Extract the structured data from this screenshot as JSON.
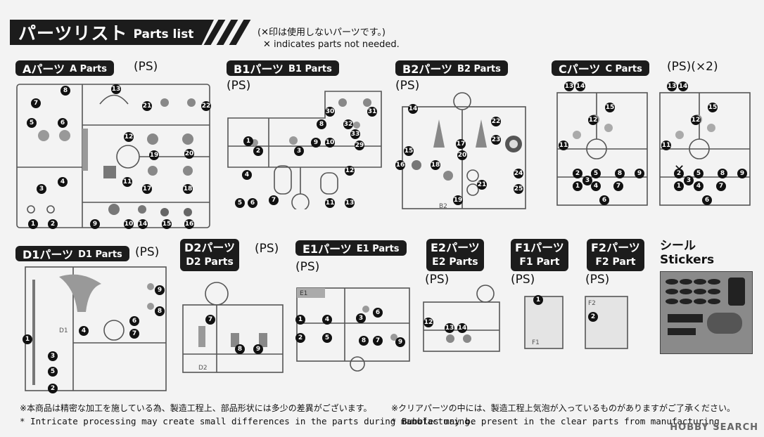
{
  "header": {
    "title_jp": "パーツリスト",
    "title_en": "Parts list",
    "note_jp": "(✕印は使用しないパーツです。)",
    "note_en": "✕ indicates parts not needed."
  },
  "sections": {
    "A": {
      "jp": "Aパーツ",
      "en": "A Parts",
      "ps": "(PS)",
      "numbers": [
        "1",
        "2",
        "3",
        "4",
        "5",
        "6",
        "7",
        "8",
        "9",
        "10",
        "11",
        "12",
        "13",
        "14",
        "15",
        "16",
        "17",
        "18",
        "19",
        "20",
        "21",
        "22"
      ]
    },
    "B1": {
      "jp": "B1パーツ",
      "en": "B1 Parts",
      "ps": "(PS)",
      "numbers": [
        "1",
        "2",
        "3",
        "4",
        "5",
        "6",
        "7",
        "8",
        "9",
        "10",
        "11",
        "12",
        "13",
        "29",
        "30",
        "31",
        "32",
        "33"
      ]
    },
    "B2": {
      "jp": "B2パーツ",
      "en": "B2 Parts",
      "ps": "(PS)",
      "numbers": [
        "14",
        "15",
        "16",
        "17",
        "18",
        "19",
        "20",
        "21",
        "22",
        "23",
        "24",
        "25"
      ]
    },
    "C": {
      "jp": "Cパーツ",
      "en": "C Parts",
      "ps": "(PS)(×2)",
      "numbers": [
        "1",
        "2",
        "3",
        "4",
        "5",
        "6",
        "7",
        "8",
        "9",
        "11",
        "12",
        "13",
        "14",
        "15"
      ]
    },
    "D1": {
      "jp": "D1パーツ",
      "en": "D1 Parts",
      "ps": "(PS)",
      "numbers": [
        "1",
        "2",
        "3",
        "4",
        "5",
        "6",
        "7",
        "8",
        "9"
      ]
    },
    "D2": {
      "jp": "D2パーツ",
      "en": "D2 Parts",
      "ps": "(PS)",
      "numbers": [
        "7",
        "8",
        "9"
      ]
    },
    "E1": {
      "jp": "E1パーツ",
      "en": "E1 Parts",
      "ps": "(PS)",
      "numbers": [
        "1",
        "2",
        "3",
        "4",
        "5",
        "6",
        "7",
        "8",
        "9"
      ]
    },
    "E2": {
      "jp": "E2パーツ",
      "en": "E2 Parts",
      "ps": "(PS)",
      "numbers": [
        "12",
        "13",
        "14"
      ]
    },
    "F1": {
      "jp": "F1パーツ",
      "en": "F1 Part",
      "ps": "(PS)",
      "numbers": [
        "1"
      ]
    },
    "F2": {
      "jp": "F2パーツ",
      "en": "F2 Part",
      "ps": "(PS)",
      "numbers": [
        "2"
      ]
    },
    "stickers": {
      "jp": "シール",
      "en": "Stickers"
    }
  },
  "sprue_labels": {
    "B2": "B2",
    "D1": "D1",
    "D2": "D2",
    "E1": "E1",
    "F1": "F1",
    "F2": "F2"
  },
  "footer": {
    "left_jp": "※本商品は精密な加工を施している為、製造工程上、部品形状には多少の差異がございます。",
    "left_en": "* Intricate processing may create small differences in the parts during manufacturing.",
    "right_jp": "※クリアパーツの中には、製造工程上気泡が入っているものがありますがご了承ください。",
    "right_en": "* Bubbles may be present in the clear parts from manufacturing."
  },
  "watermark": "HOBBY SEARCH"
}
